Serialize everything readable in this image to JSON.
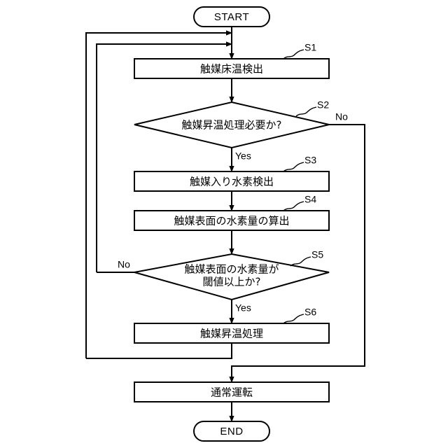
{
  "diagram": {
    "title": "Catalyst temperature-raising control flowchart",
    "line_color": "#000000",
    "fill_color": "#ffffff",
    "terminals": {
      "start": "START",
      "end": "END"
    },
    "steps": [
      {
        "id": "S1",
        "label": "S1",
        "text": "触媒床温検出",
        "type": "process"
      },
      {
        "id": "S2",
        "label": "S2",
        "text": "触媒昇温処理必要か?",
        "type": "decision"
      },
      {
        "id": "S3",
        "label": "S3",
        "text": "触媒入り水素検出",
        "type": "process"
      },
      {
        "id": "S4",
        "label": "S4",
        "text": "触媒表面の水素量の算出",
        "type": "process"
      },
      {
        "id": "S5",
        "label": "S5",
        "text_line1": "触媒表面の水素量が",
        "text_line2": "閾値以上か?",
        "type": "decision"
      },
      {
        "id": "S6",
        "label": "S6",
        "text": "触媒昇温処理",
        "type": "process"
      }
    ],
    "normal_operation": {
      "text": "通常運転",
      "type": "process"
    },
    "branches": {
      "s2_no": "No",
      "s2_yes": "Yes",
      "s5_no": "No",
      "s5_yes": "Yes"
    }
  }
}
